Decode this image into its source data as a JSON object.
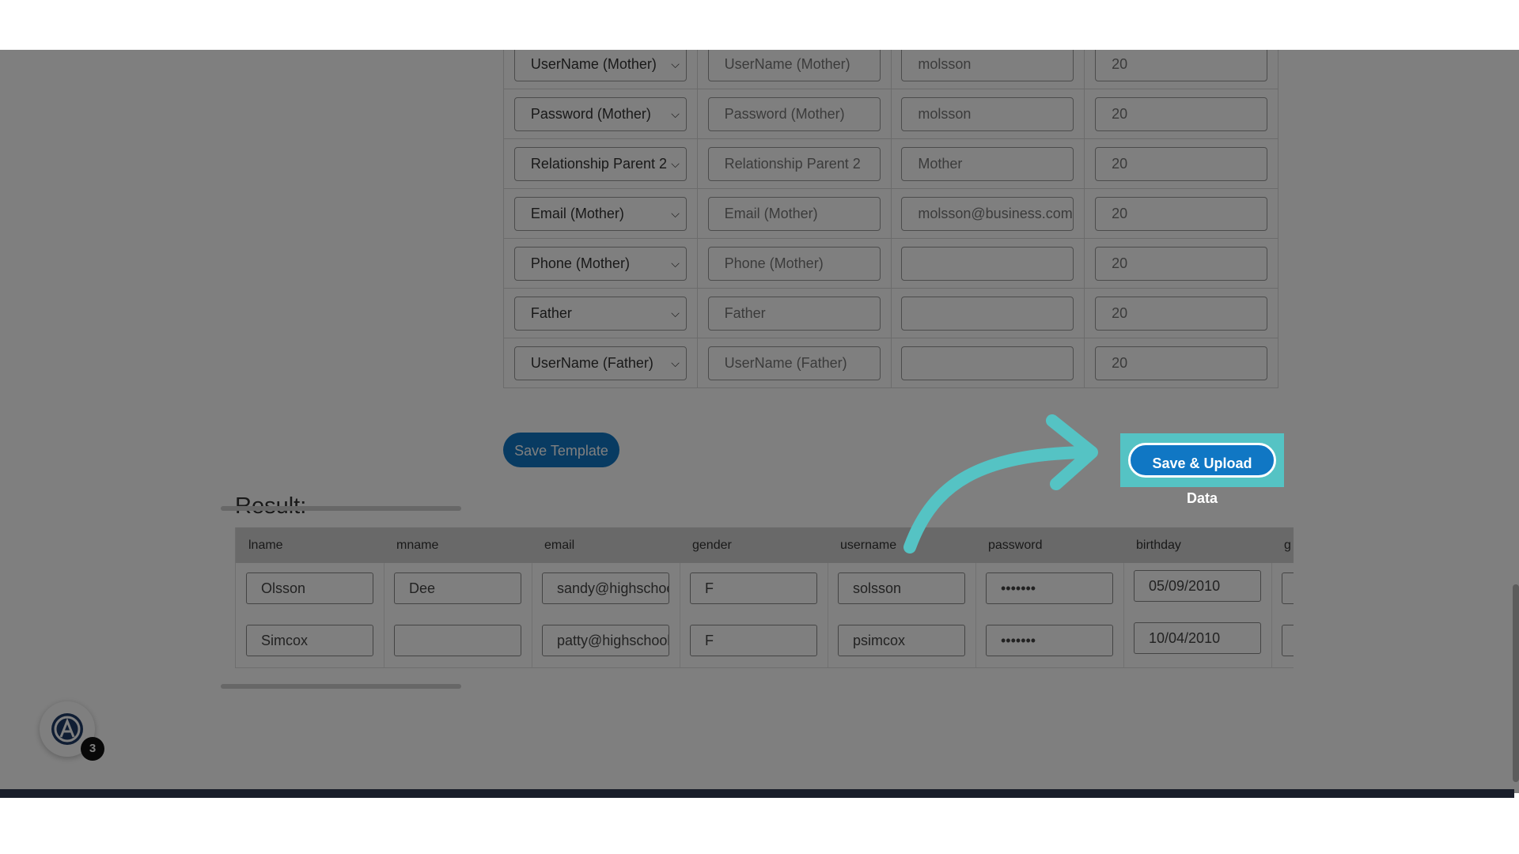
{
  "template_rows": [
    {
      "select": "UserName (Mother)",
      "label": "UserName (Mother)",
      "sample": "molsson",
      "width": "20"
    },
    {
      "select": "Password (Mother)",
      "label": "Password (Mother)",
      "sample": "molsson",
      "width": "20"
    },
    {
      "select": "Relationship Parent 2",
      "label": "Relationship Parent 2",
      "sample": "Mother",
      "width": "20"
    },
    {
      "select": "Email (Mother)",
      "label": "Email (Mother)",
      "sample": "molsson@business.com",
      "width": "20"
    },
    {
      "select": "Phone (Mother)",
      "label": "Phone (Mother)",
      "sample": "",
      "width": "20"
    },
    {
      "select": "Father",
      "label": "Father",
      "sample": "",
      "width": "20"
    },
    {
      "select": "UserName (Father)",
      "label": "UserName (Father)",
      "sample": "",
      "width": "20"
    }
  ],
  "buttons": {
    "save_template": "Save Template",
    "save_upload": "Save & Upload Data"
  },
  "result": {
    "title": "Result:",
    "columns": [
      "lname",
      "mname",
      "email",
      "gender",
      "username",
      "password",
      "birthday",
      "g"
    ],
    "rows": [
      [
        "Olsson",
        "Dee",
        "sandy@highschool",
        "F",
        "solsson",
        "•••••••",
        "05/09/2010"
      ],
      [
        "Simcox",
        "",
        "patty@highschool",
        "F",
        "psimcox",
        "•••••••",
        "10/04/2010"
      ]
    ]
  },
  "help_widget": {
    "badge_count": "3",
    "icon": "app-logo-icon"
  },
  "colors": {
    "accent": "#1077c4",
    "highlight": "#55c3c4",
    "overlay": "rgba(0,0,0,0.5)"
  }
}
